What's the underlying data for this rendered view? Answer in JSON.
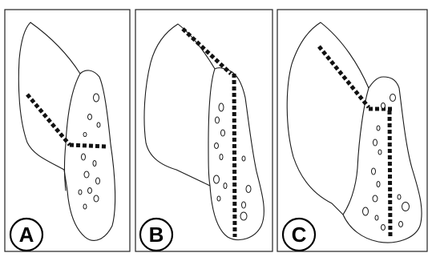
{
  "panels": [
    {
      "label": "A"
    },
    {
      "label": "B"
    },
    {
      "label": "C"
    }
  ],
  "colors": {
    "line": "#111111",
    "background": "#ffffff"
  }
}
